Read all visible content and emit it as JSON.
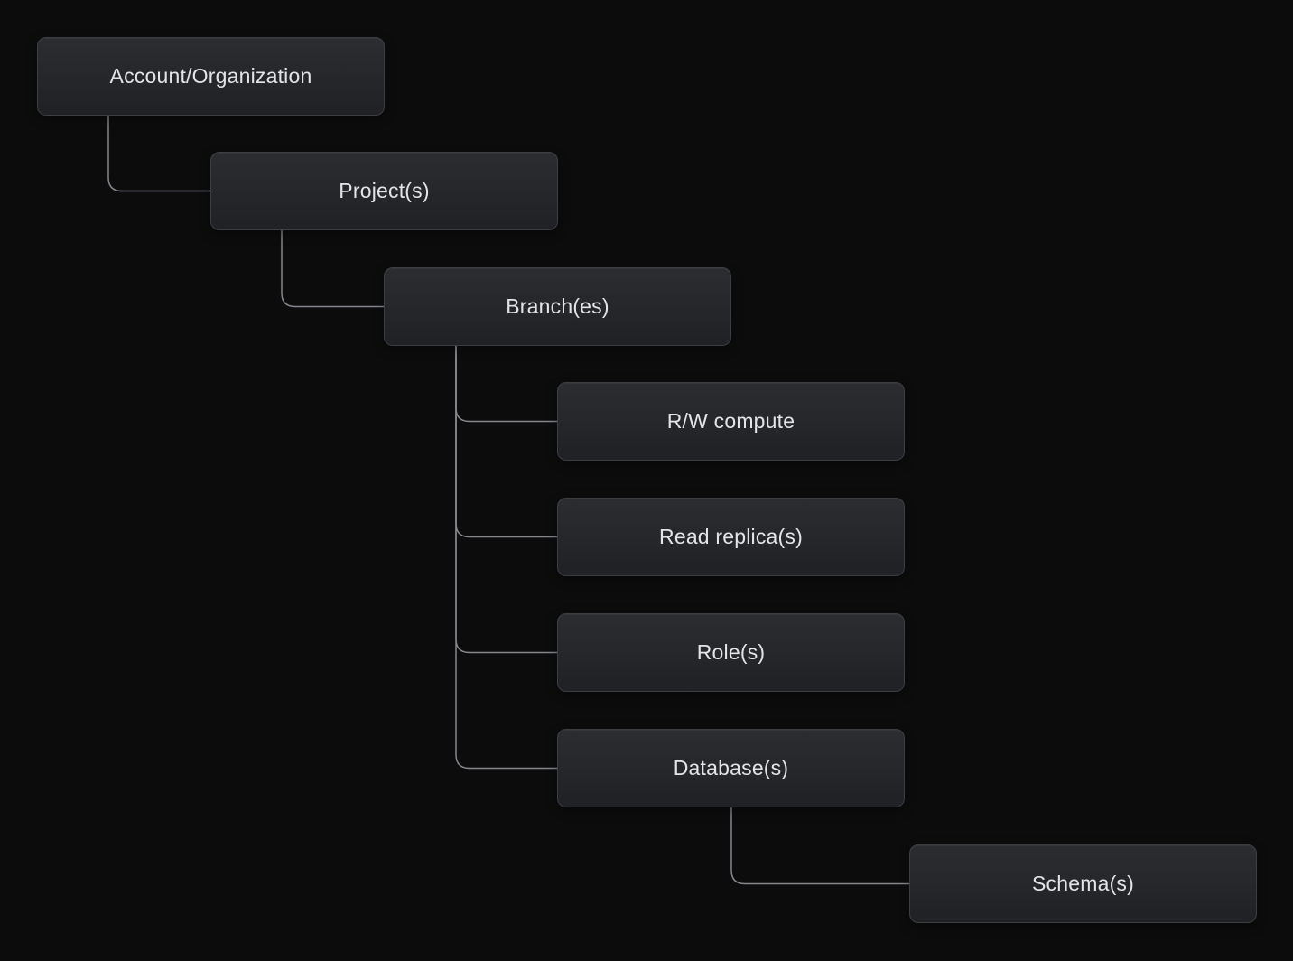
{
  "palette": {
    "background": "#0c0c0d",
    "box_top": "#2b2d31",
    "box_bottom": "#1f2125",
    "box_border": "#3c3e43",
    "connector": "#85878c",
    "text": "#e3e4e6"
  },
  "tree": {
    "nodes": [
      {
        "label": "Account/Organization",
        "level": 0,
        "parent": null
      },
      {
        "label": "Project(s)",
        "level": 1,
        "parent": "Account/Organization"
      },
      {
        "label": "Branch(es)",
        "level": 2,
        "parent": "Project(s)"
      },
      {
        "label": "R/W compute",
        "level": 3,
        "parent": "Branch(es)"
      },
      {
        "label": "Read replica(s)",
        "level": 3,
        "parent": "Branch(es)"
      },
      {
        "label": "Role(s)",
        "level": 3,
        "parent": "Branch(es)"
      },
      {
        "label": "Database(s)",
        "level": 3,
        "parent": "Branch(es)"
      },
      {
        "label": "Schema(s)",
        "level": 4,
        "parent": "Database(s)"
      }
    ]
  }
}
